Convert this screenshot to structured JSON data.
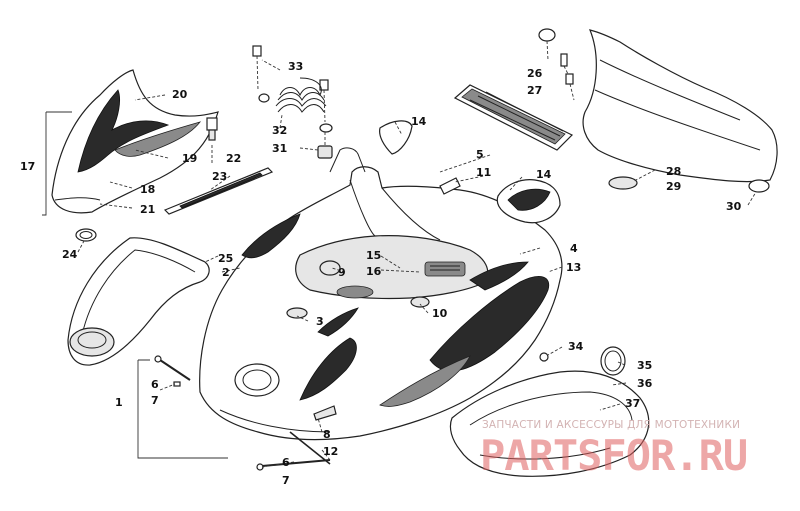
{
  "callouts": {
    "c1": "1",
    "c2": "2",
    "c3": "3",
    "c4": "4",
    "c5": "5",
    "c6a": "6",
    "c6b": "6",
    "c7a": "7",
    "c7b": "7",
    "c8": "8",
    "c9": "9",
    "c10": "10",
    "c11": "11",
    "c12": "12",
    "c13": "13",
    "c14a": "14",
    "c14b": "14",
    "c15": "15",
    "c16": "16",
    "c17": "17",
    "c18": "18",
    "c19": "19",
    "c20": "20",
    "c21": "21",
    "c22": "22",
    "c23": "23",
    "c24": "24",
    "c25": "25",
    "c26": "26",
    "c27": "27",
    "c28": "28",
    "c29": "29",
    "c30": "30",
    "c31": "31",
    "c32": "32",
    "c33": "33",
    "c34": "34",
    "c35": "35",
    "c36": "36",
    "c37": "37"
  },
  "watermark": {
    "tagline": "ЗАПЧАСТИ И АКСЕССУРЫ ДЛЯ МОТОТЕХНИКИ",
    "logo": "PARTSFOR.RU"
  }
}
